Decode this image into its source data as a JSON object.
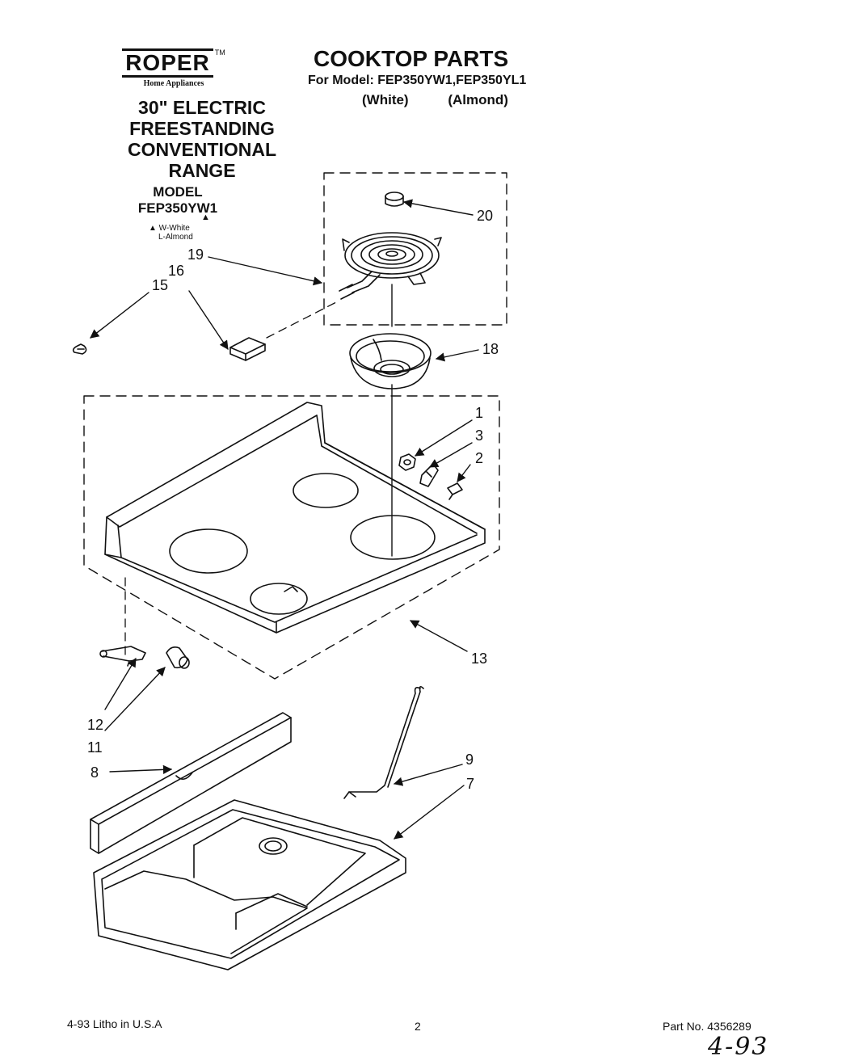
{
  "logo": {
    "brand": "ROPER",
    "trademark": "TM",
    "subtitle": "Home Appliances"
  },
  "range_title": [
    "30\" ELECTRIC",
    "FREESTANDING",
    "CONVENTIONAL",
    "RANGE"
  ],
  "model_block": {
    "label": "MODEL",
    "model": "FEP350YW1",
    "marker": "▲"
  },
  "legend": [
    "▲ W-White",
    "L-Almond"
  ],
  "page_title": "COOKTOP PARTS",
  "model_line": "For Model: FEP350YW1,FEP350YL1",
  "colors": {
    "white": "(White)",
    "almond": "(Almond)"
  },
  "callouts": {
    "c20": "20",
    "c19": "19",
    "c16": "16",
    "c15": "15",
    "c18": "18",
    "c1": "1",
    "c3": "3",
    "c2": "2",
    "c13": "13",
    "c12": "12",
    "c11": "11",
    "c9": "9",
    "c8": "8",
    "c7": "7"
  },
  "footer": {
    "left": "4-93  Litho in U.S.A",
    "center": "2",
    "right": "Part No. 4356289"
  },
  "handwriting": "4-93"
}
